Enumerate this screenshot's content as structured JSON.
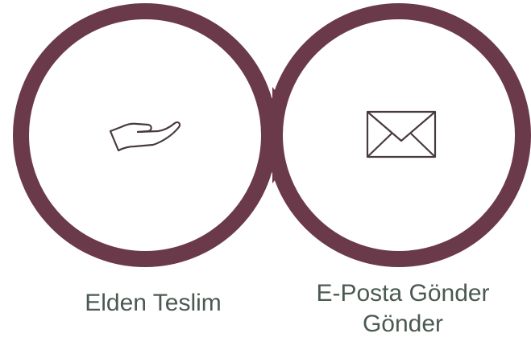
{
  "theme": {
    "ring_color": "#6b3a4a",
    "icon_color": "#4a3a3e",
    "label_color": "#4a5a50"
  },
  "options": [
    {
      "id": "hand-delivery",
      "label": "Elden Teslim",
      "icon": "open-hand-icon"
    },
    {
      "id": "email-send",
      "label_line1": "E-Posta Gönder",
      "label_line2": "Gönder",
      "icon": "envelope-icon"
    }
  ]
}
